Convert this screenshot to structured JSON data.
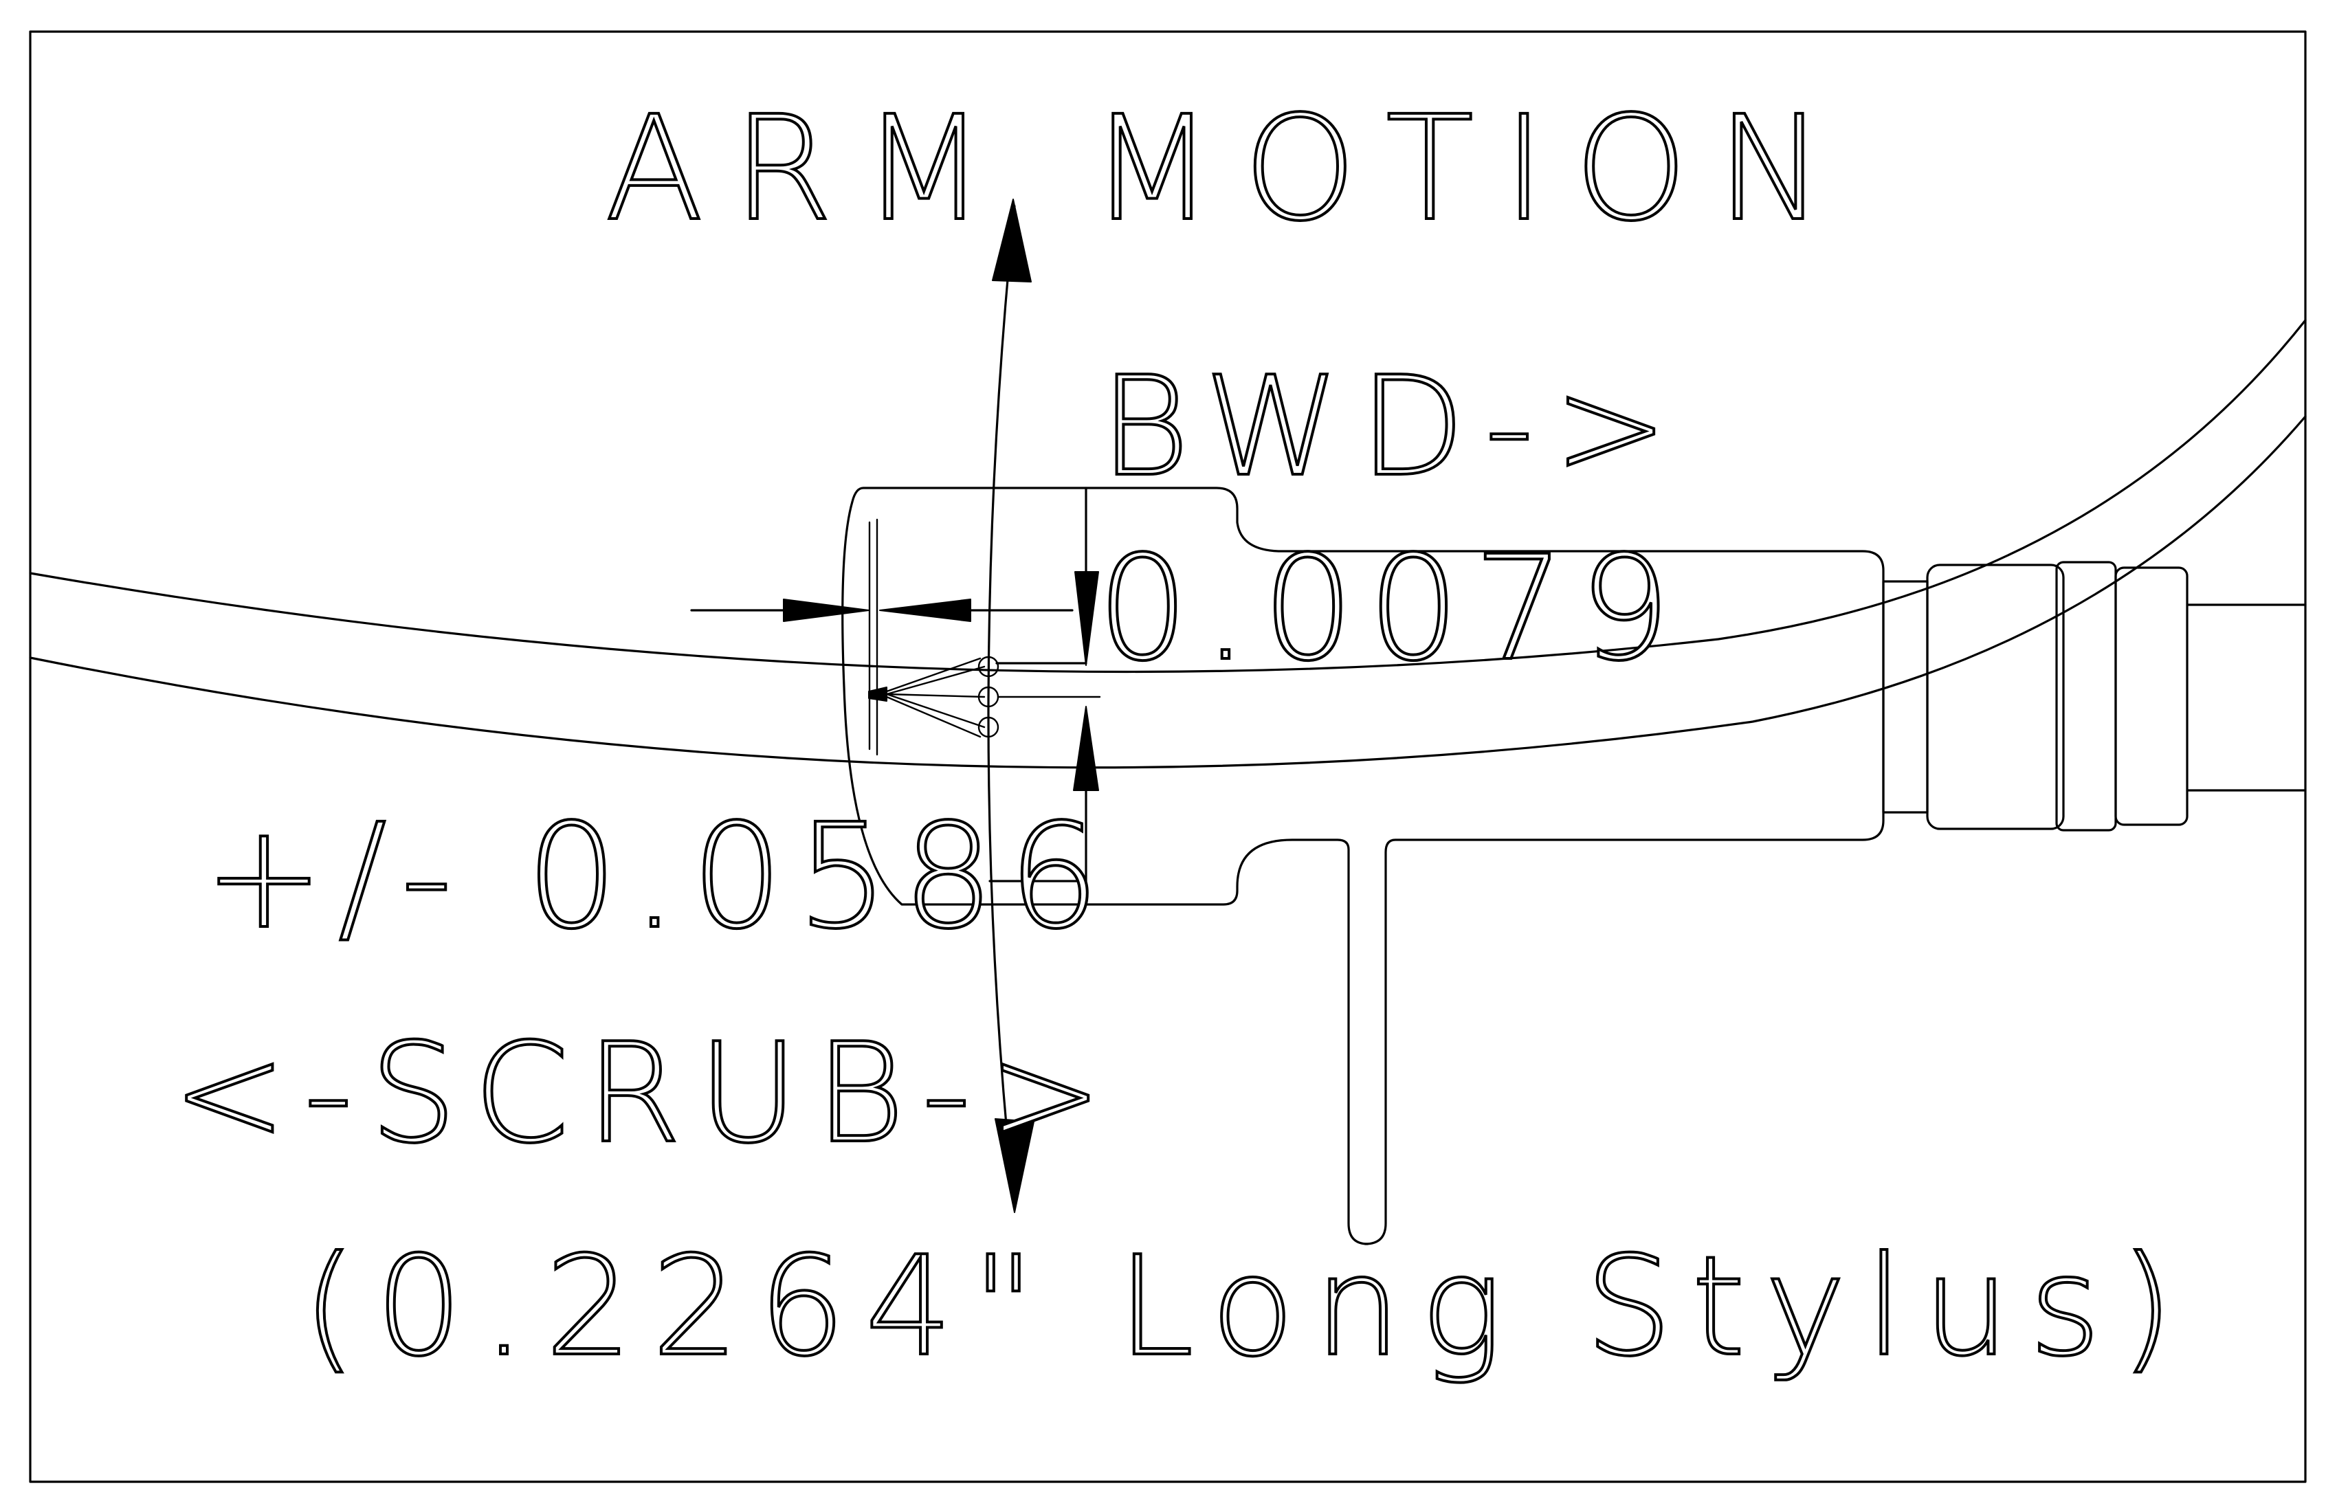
{
  "labels": {
    "arm_motion": "ARM MOTION",
    "bwd": "BWD->",
    "offset_dim": "0.0079",
    "tolerance_dim": "+/- 0.0586",
    "scrub": "<-SCRUB->",
    "stylus_note": "(0.2264\" Long Stylus)"
  }
}
